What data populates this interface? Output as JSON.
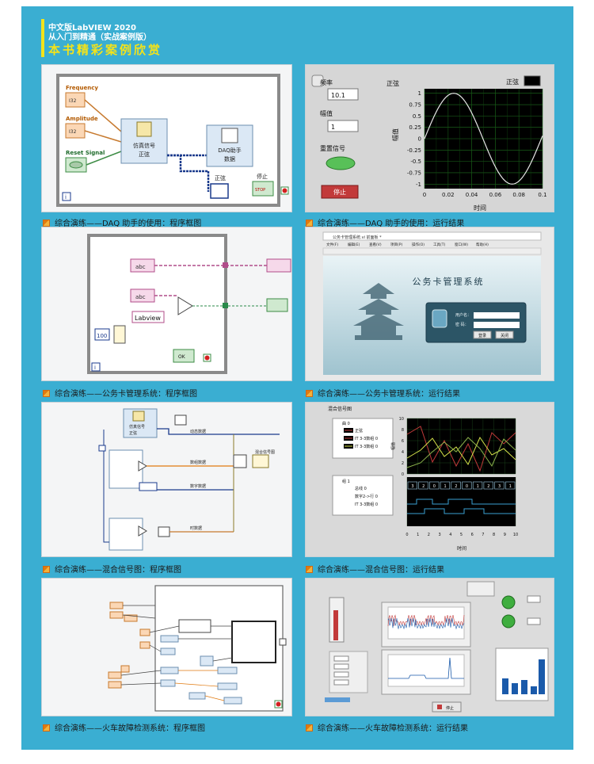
{
  "header": {
    "line1": "中文版LabVIEW 2020",
    "line2": "从入门到精通（实战案例版）",
    "line3": "本书精彩案例欣赏"
  },
  "panels": {
    "p1": {
      "caption": "综合演练——DAQ 助手的使用：程序框图",
      "freq_label": "Frequency",
      "amp_label": "Amplitude",
      "reset_label": "Reset Signal",
      "const_label": "I32",
      "sim_title": "仿真信号",
      "sim_sub": "正弦",
      "daq_title": "DAQ助手",
      "daq_sub": "数据",
      "sine_label": "正弦",
      "stop_label": "停止",
      "stop_btn": "STOP"
    },
    "p2": {
      "caption": "综合演练——DAQ 助手的使用：运行结果",
      "freq_label": "频率",
      "freq_value": "10.1",
      "amp_label": "幅值",
      "amp_value": "1",
      "reset_label": "重置信号",
      "stop_btn": "停止",
      "graph_title": "正弦",
      "legend": "正弦",
      "ylabel": "幅值",
      "xlabel": "时间"
    },
    "p3": {
      "caption": "综合演练——公务卡管理系统：程序框图",
      "labview": "Labview",
      "num": "100",
      "abc": "abc",
      "ok": "OK"
    },
    "p4": {
      "caption": "综合演练——公务卡管理系统：运行结果",
      "window_title": "公务卡管理系统.vi 前面板 *",
      "banner": "公务卡管理系统",
      "user_label": "用户名：",
      "pwd_label": "密 码：",
      "login_btn": "登录",
      "close_btn": "关闭",
      "menu": [
        "文件(F)",
        "编辑(E)",
        "查看(V)",
        "项目(P)",
        "操作(O)",
        "工具(T)",
        "窗口(W)",
        "帮助(H)"
      ]
    },
    "p5": {
      "caption": "综合演练——混合信号图：程序框图",
      "sim_title": "仿真信号",
      "sim_sub": "正弦",
      "labels": [
        "动态数据",
        "数组数据",
        "数字数据",
        "时数据",
        "混合信号图"
      ]
    },
    "p6": {
      "caption": "综合演练——混合信号图：运行结果",
      "graph_title": "混合信号图",
      "plot0": "曲 0",
      "plot1": "组 1",
      "legend_items": [
        "正弦",
        "IT 3-3数组 0",
        "IT 3-3数组 0"
      ],
      "legend_items2": [
        "总线 0",
        "数字2->行 0",
        "IT 3-3数组 0"
      ],
      "ylabel": "幅值",
      "xlabel": "时间",
      "digital_row1": [
        "3",
        "2",
        "0",
        "1",
        "2",
        "0",
        "1",
        "2",
        "3",
        "1"
      ],
      "x_ticks": [
        "0",
        "1",
        "2",
        "3",
        "4",
        "5",
        "6",
        "7",
        "8",
        "9",
        "10"
      ],
      "y_ticks": [
        "10",
        "8",
        "6",
        "4",
        "2",
        "0"
      ]
    },
    "p7": {
      "caption": "综合演练——火车故障检测系统：程序框图"
    },
    "p8": {
      "caption": "综合演练——火车故障检测系统：运行结果",
      "stop_btn": "停止"
    }
  },
  "chart_data": {
    "type": "line",
    "title": "正弦",
    "xlabel": "时间",
    "ylabel": "幅值",
    "x_ticks": [
      "0",
      "0.02",
      "0.04",
      "0.06",
      "0.08",
      "0.1"
    ],
    "y_ticks": [
      "1",
      "0.75",
      "0.5",
      "0.25",
      "0",
      "-0.25",
      "-0.5",
      "-0.75",
      "-1"
    ],
    "xlim": [
      0,
      0.1
    ],
    "ylim": [
      -1.1,
      1.1
    ],
    "frequency": 10.1,
    "amplitude": 1,
    "series": [
      {
        "name": "正弦",
        "function": "sine"
      }
    ],
    "grid": true
  }
}
